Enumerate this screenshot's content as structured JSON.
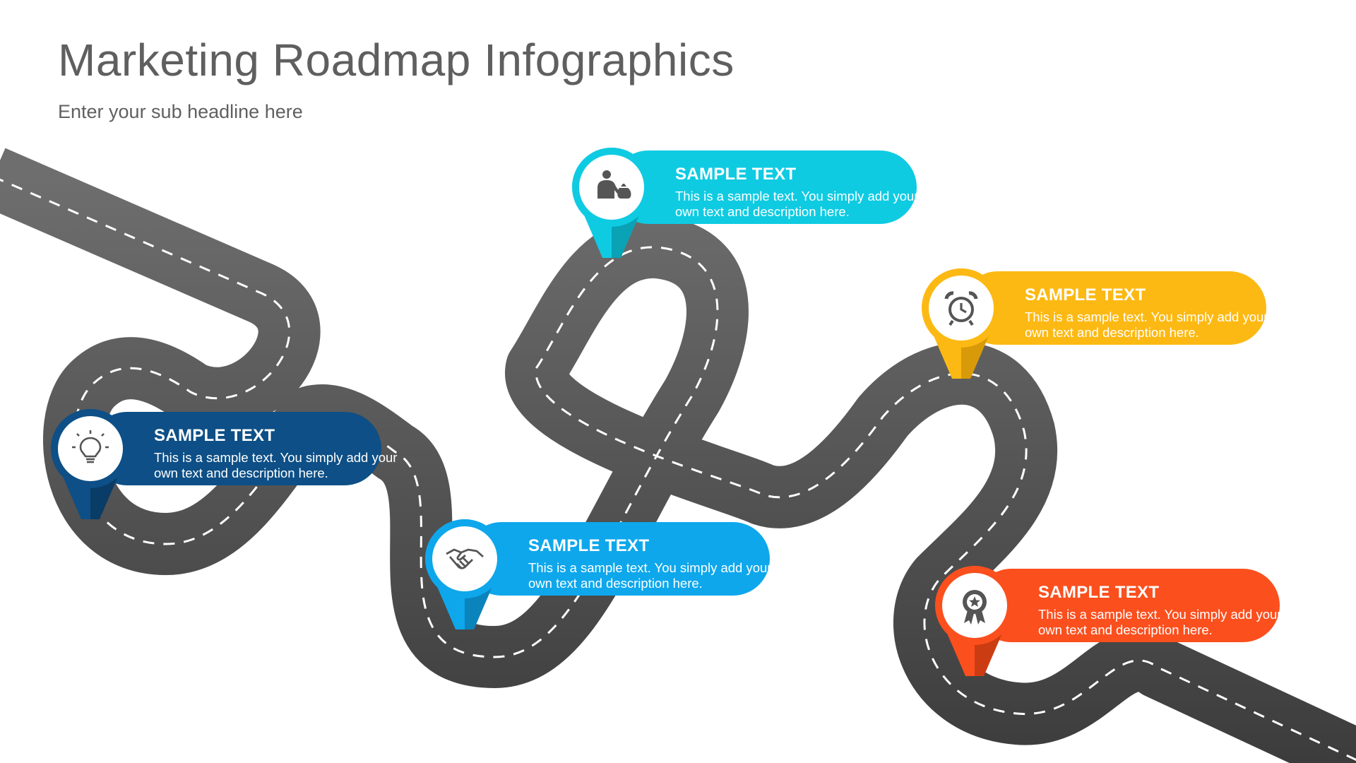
{
  "header": {
    "title": "Marketing Roadmap Infographics",
    "subtitle": "Enter your sub headline here"
  },
  "milestones": [
    {
      "title": "SAMPLE TEXT",
      "description": "This is a sample text. You simply add your own text and description here.",
      "icon": "lightbulb-icon",
      "color": "#0d4f86",
      "shade": "#093c66"
    },
    {
      "title": "SAMPLE TEXT",
      "description": "This is a sample text. You simply add your own text and description here.",
      "icon": "handshake-icon",
      "color": "#0ea7ec",
      "shade": "#0b84bb"
    },
    {
      "title": "SAMPLE TEXT",
      "description": "This is a sample text. You simply add your own text and description here.",
      "icon": "businessman-money-bag-icon",
      "color": "#0ecbe2",
      "shade": "#0aa2b5"
    },
    {
      "title": "SAMPLE TEXT",
      "description": "This is a sample text. You simply add your own text and description here.",
      "icon": "alarm-clock-icon",
      "color": "#fdb913",
      "shade": "#d89a08"
    },
    {
      "title": "SAMPLE TEXT",
      "description": "This is a sample text. You simply add your own text and description here.",
      "icon": "award-badge-icon",
      "color": "#fb4f1e",
      "shade": "#cc3c12"
    }
  ],
  "colors": {
    "road": "#555555",
    "road_edge": "#4a4a4a",
    "lane_marking": "#ffffff",
    "title_text": "#5f5f5f"
  }
}
